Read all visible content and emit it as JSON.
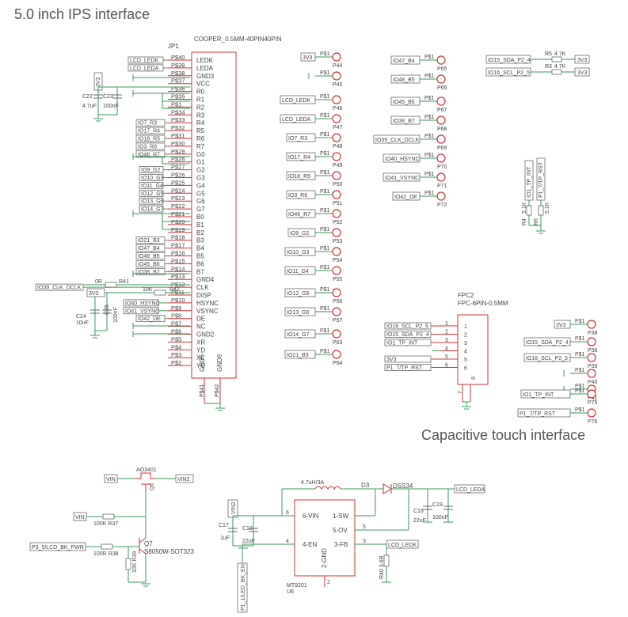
{
  "titles": {
    "main": "5.0 inch IPS interface",
    "touch": "Capacitive touch interface"
  },
  "jp1": {
    "ref": "JP1",
    "value": "COOPER_0.5MM-40PIN40PIN",
    "pins_right": [
      "LEDK",
      "LEDA",
      "GND3",
      "VCC",
      "R0",
      "R1",
      "R2",
      "R3",
      "R4",
      "R5",
      "R6",
      "R7",
      "G0",
      "G1",
      "G2",
      "G3",
      "G4",
      "G5",
      "G6",
      "G7",
      "B0",
      "B1",
      "B2",
      "B3",
      "B4",
      "B5",
      "B6",
      "B7",
      "GND4",
      "CLK",
      "DISP",
      "HSYNC",
      "VSYNC",
      "DE",
      "NC",
      "GND2",
      "XR",
      "YD",
      "XL",
      "YU"
    ],
    "pin_numbers": [
      "P$40",
      "P$39",
      "P$38",
      "P$37",
      "P$36",
      "P$35",
      "P$1",
      "P$34",
      "P$33",
      "P$32",
      "P$31",
      "P$30",
      "P$29",
      "P$28",
      "P$27",
      "P$26",
      "P$25",
      "P$24",
      "P$23",
      "P$22",
      "P$21",
      "P$20",
      "P$19",
      "P$18",
      "P$17",
      "P$16",
      "P$15",
      "P$14",
      "P$13",
      "P$12",
      "P$11",
      "P$10",
      "P$9",
      "P$8",
      "P$7",
      "P$6",
      "P$5",
      "P$4",
      "P$3",
      "P$2",
      "P$1"
    ],
    "bottom_pins": [
      "GND5",
      "GND6",
      "P$41",
      "P$42"
    ]
  },
  "left_nets": [
    {
      "label": "LCD_LEDK"
    },
    {
      "label": "LCD_LEDA"
    },
    {
      "label": "IO7_R3"
    },
    {
      "label": "IO17_R4"
    },
    {
      "label": "IO18_R5"
    },
    {
      "label": "IO3_R6"
    },
    {
      "label": "IO46_R7"
    },
    {
      "label": "IO9_G2"
    },
    {
      "label": "IO10_G3"
    },
    {
      "label": "IO11_G4"
    },
    {
      "label": "IO12_G5"
    },
    {
      "label": "IO13_G6"
    },
    {
      "label": "IO14_G7"
    },
    {
      "label": "IO21_B3"
    },
    {
      "label": "IO47_B4"
    },
    {
      "label": "IO48_B5"
    },
    {
      "label": "IO45_B6"
    },
    {
      "label": "IO38_B7"
    },
    {
      "label": "IO39_CLK_DCLK"
    },
    {
      "label": "IO40_HSYNC"
    },
    {
      "label": "IO41_VSYNC"
    },
    {
      "label": "IO42_DE"
    }
  ],
  "passives_left": {
    "c22": "C22",
    "c22v": "4.7uF",
    "c23": "C23",
    "c23v": "100nF",
    "c24": "C24",
    "c24v": "10uF",
    "c25": "C25",
    "c25v": "100nF",
    "r41": "R41",
    "r41v": "0R",
    "r42": "R42",
    "r42v": "10K",
    "v3v3": "3V3"
  },
  "testpoints_mid": [
    {
      "net": "3V3",
      "pad": "P$1",
      "name": "P44"
    },
    {
      "net": "",
      "pad": "P$1",
      "name": "P45"
    },
    {
      "net": "LCD_LEDK",
      "pad": "P$1",
      "name": "P46"
    },
    {
      "net": "LCD_LEDA",
      "pad": "P$1",
      "name": "P47"
    },
    {
      "net": "IO7_R3",
      "pad": "P$1",
      "name": "P48"
    },
    {
      "net": "IO17_R4",
      "pad": "P$1",
      "name": "P49"
    },
    {
      "net": "IO18_R5",
      "pad": "P$1",
      "name": "P50"
    },
    {
      "net": "IO3_R6",
      "pad": "P$1",
      "name": "P51"
    },
    {
      "net": "IO46_R7",
      "pad": "P$1",
      "name": "P52"
    },
    {
      "net": "IO9_G2",
      "pad": "P$1",
      "name": "P53"
    },
    {
      "net": "IO10_G3",
      "pad": "P$1",
      "name": "P54"
    },
    {
      "net": "IO11_G4",
      "pad": "P$1",
      "name": "P55"
    },
    {
      "net": "IO12_G5",
      "pad": "P$1",
      "name": "P56"
    },
    {
      "net": "IO13_G6",
      "pad": "P$1",
      "name": "P57"
    },
    {
      "net": "IO14_G7",
      "pad": "P$1",
      "name": "P63"
    },
    {
      "net": "IO21_B3",
      "pad": "P$1",
      "name": "P64"
    }
  ],
  "testpoints_right": [
    {
      "net": "IO47_B4",
      "pad": "P$1",
      "name": "P65"
    },
    {
      "net": "IO48_B5",
      "pad": "P$1",
      "name": "P66"
    },
    {
      "net": "IO45_B6",
      "pad": "P$1",
      "name": "P67"
    },
    {
      "net": "IO38_B7",
      "pad": "P$1",
      "name": "P68"
    },
    {
      "net": "IO39_CLK_DCLK",
      "pad": "P$1",
      "name": "P69"
    },
    {
      "net": "IO40_HSYNC",
      "pad": "P$1",
      "name": "P70"
    },
    {
      "net": "IO41_VSYNC",
      "pad": "P$1",
      "name": "P71"
    },
    {
      "net": "IO42_DE",
      "pad": "P$1",
      "name": "P72"
    }
  ],
  "i2c": {
    "r5": "R5",
    "r3": "R3",
    "rv": "4.7K",
    "sda": "IO15_SDA_P2_4",
    "scl": "IO16_SCL_P2_5",
    "v": "3V3",
    "io1": "IO1_TP_INT",
    "rst": "P1_7/TP_RST",
    "r4": "R4",
    "r6": "R6",
    "rv2": "5.1K"
  },
  "fpc2": {
    "ref": "FPC2",
    "value": "FPC-6PIN-0.5MM",
    "nets": [
      "IO16_SCL_P2_5",
      "IO15_SDA_P2_4",
      "IO1_TP_INT",
      "",
      "3V3",
      "P1_7/TP_RST"
    ],
    "pins": [
      "1",
      "2",
      "3",
      "4",
      "5",
      "6",
      "7",
      "8"
    ]
  },
  "touch_tps": [
    {
      "net": "3V3",
      "pad": "P$1",
      "name": "P38"
    },
    {
      "net": "IO15_SDA_P2_4",
      "pad": "P$1",
      "name": "P38"
    },
    {
      "net": "IO16_SCL_P2_5",
      "pad": "P$1",
      "name": "P39"
    },
    {
      "net": "",
      "pad": "P$1",
      "name": "P40"
    },
    {
      "net": "",
      "pad": "P$1",
      "name": "P41"
    },
    {
      "net": "IO1_TP_INT",
      "pad": "P$1",
      "name": "P75"
    },
    {
      "net": "P1_7/TP_RST",
      "pad": "P$1",
      "name": "P76"
    }
  ],
  "power": {
    "ao": "AO3401",
    "q6": "Q6",
    "vin": "VIN",
    "vin2": "VIN2",
    "r37": "100K R37",
    "q7": "Q7",
    "q7v": "S8050W-SOT323",
    "pwr": "P3_5/LCD_BK_PWR",
    "r38": "100R R38",
    "r39": "10K R39"
  },
  "boost": {
    "l": "4.7uH/3A",
    "d": "D3",
    "dv": "DSS34",
    "ledk": "LCD_LEDK",
    "leda": "LCD_LEDA",
    "u": "MT9201",
    "uref": "U6",
    "c17": "C17",
    "c17v": "1uF",
    "c13": "C13",
    "c13v": "22uF",
    "c18": "C18",
    "c18v": "22uF",
    "c19": "C19",
    "c19v": "100nF",
    "r40": "R40 3.6R",
    "en": "P1_1/LED_BK_EN",
    "vin2": "VIN2",
    "pins": [
      "6-VIN",
      "1-SW",
      "5-OV",
      "4-EN",
      "3-FB",
      "2-GND"
    ],
    "pinno": [
      "6",
      "5",
      "4",
      "3",
      "2"
    ]
  }
}
